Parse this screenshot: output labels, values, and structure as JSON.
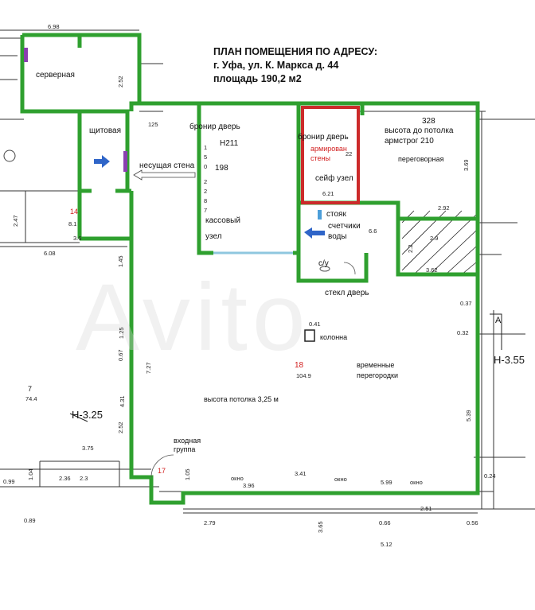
{
  "title": {
    "line1": "ПЛАН ПОМЕЩЕНИЯ ПО АДРЕСУ:",
    "line2": "г. Уфа, ул. К. Маркса д. 44",
    "line3": "площадь 190,2 м2"
  },
  "rooms": {
    "server": "серверная",
    "switchboard": "щитовая",
    "armored_door_left": "бронир дверь",
    "h211": "Н211",
    "armored_door_right": "бронир дверь",
    "reinforced_walls_1": "армирован",
    "reinforced_walls_2": "стены",
    "safe_node": "сейф узел",
    "ceiling_height_armstrong_1": "высота до потолка",
    "ceiling_height_armstrong_2": "армстрог 210",
    "meeting_room": "переговорная",
    "load_bearing_wall": "несущая стена",
    "cash_node_1": "кассовый",
    "cash_node_2": "узел",
    "riser": "стояк",
    "water_meters_1": "счетчики",
    "water_meters_2": "воды",
    "wc": "с/у",
    "glass_door": "стекл дверь",
    "column": "колонна",
    "temp_partitions_1": "временные",
    "temp_partitions_2": "перегородки",
    "ceiling_height_main": "высота потолка 3,25 м",
    "entrance_1": "входная",
    "entrance_2": "группа",
    "window_1": "окно",
    "window_2": "окно",
    "window_3": "окно"
  },
  "numbers": {
    "room14": "14",
    "room18": "18",
    "room18_area": "104.9",
    "room17": "17",
    "room7": "7",
    "room7_area": "74.4",
    "elevation_right": "Н-3.55",
    "elevation_left": "Н-3.25",
    "axis_a": "А"
  },
  "dims": {
    "d698": "6.98",
    "d252": "2.52",
    "d125": "125",
    "d328": "328",
    "d150": "1 5 0",
    "d198": "198",
    "d2287": "2 2 8 7",
    "d22": "22",
    "d369": "3.69",
    "d292": "2.92",
    "d621": "6.21",
    "d66": "6.6",
    "d362": "3.62",
    "d29": "2.9",
    "d247": "2.47",
    "d36": "3.6",
    "d608": "6.08",
    "d727": "7.27",
    "d539": "5.39",
    "d041": "0.41",
    "d037": "0.37",
    "d032": "0.32",
    "d375": "3.75",
    "d236": "2.36",
    "d23": "2.3",
    "d396": "3.96",
    "d341": "3.41",
    "d599": "5.99",
    "d024": "0.24",
    "d279": "2.79",
    "d365": "3.65",
    "d066": "0.66",
    "d251": "2.51",
    "d056": "0.56",
    "d512": "5.12",
    "d089": "0.89",
    "d099": "0.99",
    "d104": "1.04",
    "d105": "1.05",
    "d252b": "2.52",
    "d431": "4.31",
    "d145": "1.45",
    "d125b": "1.25",
    "d067": "0.67",
    "d22b": "2.2",
    "d081": "8.1"
  }
}
